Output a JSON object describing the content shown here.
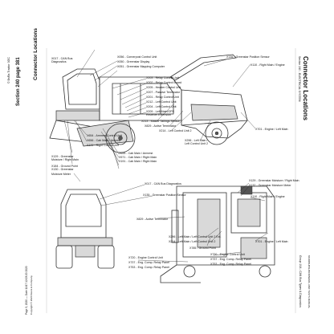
{
  "page": {
    "section_header": "Section 240 - ELECTRICAL SYSTEM",
    "group_header": "Group 10A - CAN Bus Types & Diagnostics",
    "doc_title": "Connector Locations",
    "vertical_title": "Connector Locations",
    "section_page": "Section 240 page 381",
    "watermark": "© BsRa Tractor 3GC",
    "footer_ref": "84406BHBSHBCRINEMS, AND TESTS MANUAL",
    "footer_date": "Copyright © 2020 Deere & Company",
    "footer_date2": "Page 3, 2020 — Date 11/17 12:03:20 2020"
  },
  "callouts_top": [
    {
      "id": "x017",
      "text": "X017 - CAN Bus"
    },
    {
      "id": "x017b",
      "text": "Diagnostics"
    },
    {
      "id": "x056",
      "text": "X056 - Cornerpost Control Unit"
    },
    {
      "id": "x050",
      "text": "X050 - Greenstar Display"
    },
    {
      "id": "x051",
      "text": "X051 - Greenstar Mapping Computer"
    },
    {
      "id": "x203",
      "text": "X203 - Relay Control Unit"
    },
    {
      "id": "x202",
      "text": "X202 - Relay Control Board"
    },
    {
      "id": "x205",
      "text": "X205 - Header Control Unit"
    },
    {
      "id": "x207",
      "text": "X207 - Passive Terminator"
    },
    {
      "id": "x201",
      "text": "X201 - Relay Control Unit"
    },
    {
      "id": "x212",
      "text": "X212 - Left Control Unit"
    },
    {
      "id": "x204",
      "text": "X204 - Left Control Unit"
    },
    {
      "id": "x209",
      "text": "X209 - Left Main/GPS"
    },
    {
      "id": "x209b",
      "text": "Receiver Extension"
    },
    {
      "id": "x135",
      "text": "X135 - Greenstar Position Sensor"
    },
    {
      "id": "x110",
      "text": "X110 - Right Main / Engine"
    },
    {
      "id": "x213",
      "text": "X213 - Master Tailings Sensor"
    },
    {
      "id": "x829",
      "text": "X829 - Active Terminator"
    },
    {
      "id": "x214",
      "text": "X214 - Left Control Unit 2"
    },
    {
      "id": "x296",
      "text": "X296 - Left Main /"
    },
    {
      "id": "x296b",
      "text": "Left Control Unit 2"
    },
    {
      "id": "x701",
      "text": "X701 - Engine / Left Main"
    },
    {
      "id": "x129",
      "text": "X129 - Greenstar"
    },
    {
      "id": "x129b",
      "text": "Moisture / Right Main"
    },
    {
      "id": "x654",
      "text": "X654 - Armrest Control Unit"
    },
    {
      "id": "x656",
      "text": "X656 - Cab Main / Armrest"
    },
    {
      "id": "x655",
      "text": "X655 - Cab Main / Armrest"
    },
    {
      "id": "x571",
      "text": "X571 - Cab Main / Right Main"
    },
    {
      "id": "x191",
      "text": "X191 - Cab Main / Right Main"
    },
    {
      "id": "x184",
      "text": "X184 - Ground Point"
    },
    {
      "id": "x130",
      "text": "X130 - Greenstar"
    },
    {
      "id": "x130b",
      "text": "Moisture Meter"
    },
    {
      "id": "x141",
      "text": "X141 - Right Control Unit"
    }
  ],
  "callouts_bottom": [
    {
      "id": "b017",
      "text": "X017 - CAN Bus Diagnostics"
    },
    {
      "id": "b135",
      "text": "X135 - Greenstar Position Sensor"
    },
    {
      "id": "b129",
      "text": "X129 - Greenstar Moisture / Right Main"
    },
    {
      "id": "b132",
      "text": "X132 - Greenstar Moisture Meter"
    },
    {
      "id": "b110",
      "text": "X110 - Right Main / Engine"
    },
    {
      "id": "b829",
      "text": "X829 - Active Terminator"
    },
    {
      "id": "b296",
      "text": "X296 - Left Main / Left Control Unit 2 Ext."
    },
    {
      "id": "b214",
      "text": "X214 - Left Main / Left Control Unit 2"
    },
    {
      "id": "b701",
      "text": "X701 - Engine / Left Main"
    },
    {
      "id": "b785",
      "text": "X785 - Ground Point"
    },
    {
      "id": "b720",
      "text": "X720 - Engine Control Unit"
    },
    {
      "id": "b737",
      "text": "X737 - Eng. Comp. Relay Panel"
    },
    {
      "id": "b753",
      "text": "X753 - Eng. Comp. Relay Panel"
    },
    {
      "id": "b720r",
      "text": "X720 - Engine Control Unit"
    },
    {
      "id": "b737r",
      "text": "X737 - Eng. Comp. Relay Panel"
    },
    {
      "id": "b753r",
      "text": "X753 - Eng. Comp. Relay Panel"
    }
  ]
}
